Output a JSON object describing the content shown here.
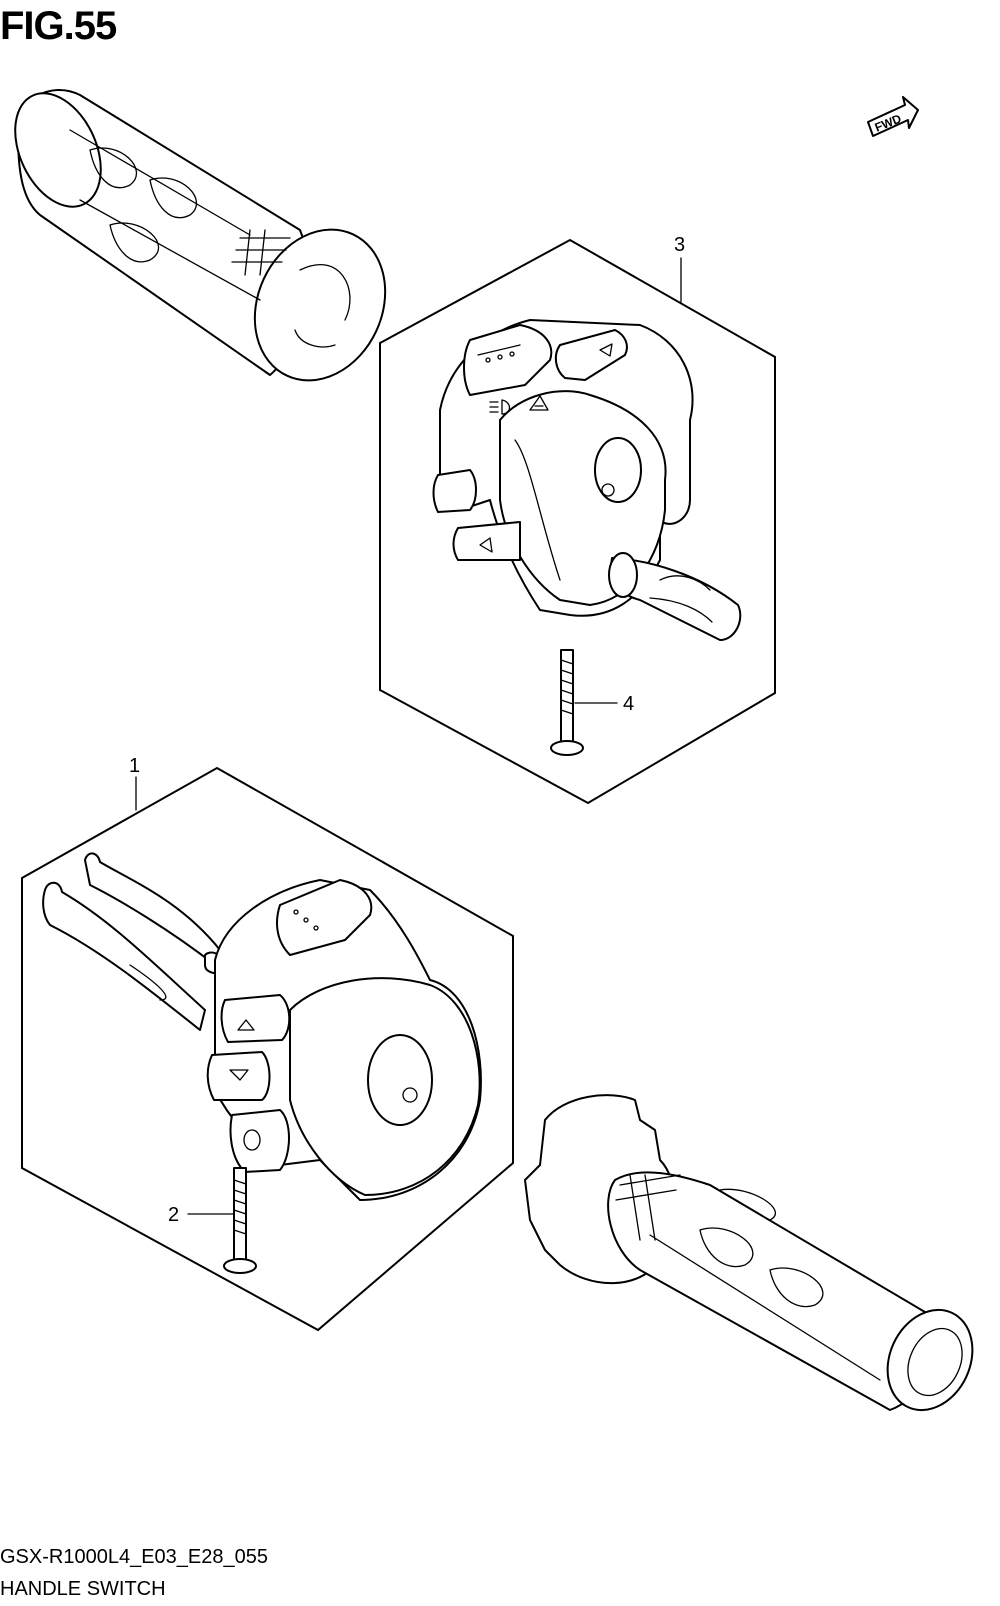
{
  "figure": {
    "title": "FIG.55",
    "model_code": "GSX-R1000L4_E03_E28_055",
    "section_name": "HANDLE SWITCH"
  },
  "direction_badge": {
    "label": "FWD",
    "icon": "forward-arrow-icon"
  },
  "callouts": [
    {
      "number": "1",
      "part": "left-handle-switch"
    },
    {
      "number": "2",
      "part": "left-switch-screw"
    },
    {
      "number": "3",
      "part": "right-handle-switch"
    },
    {
      "number": "4",
      "part": "right-switch-screw"
    }
  ]
}
